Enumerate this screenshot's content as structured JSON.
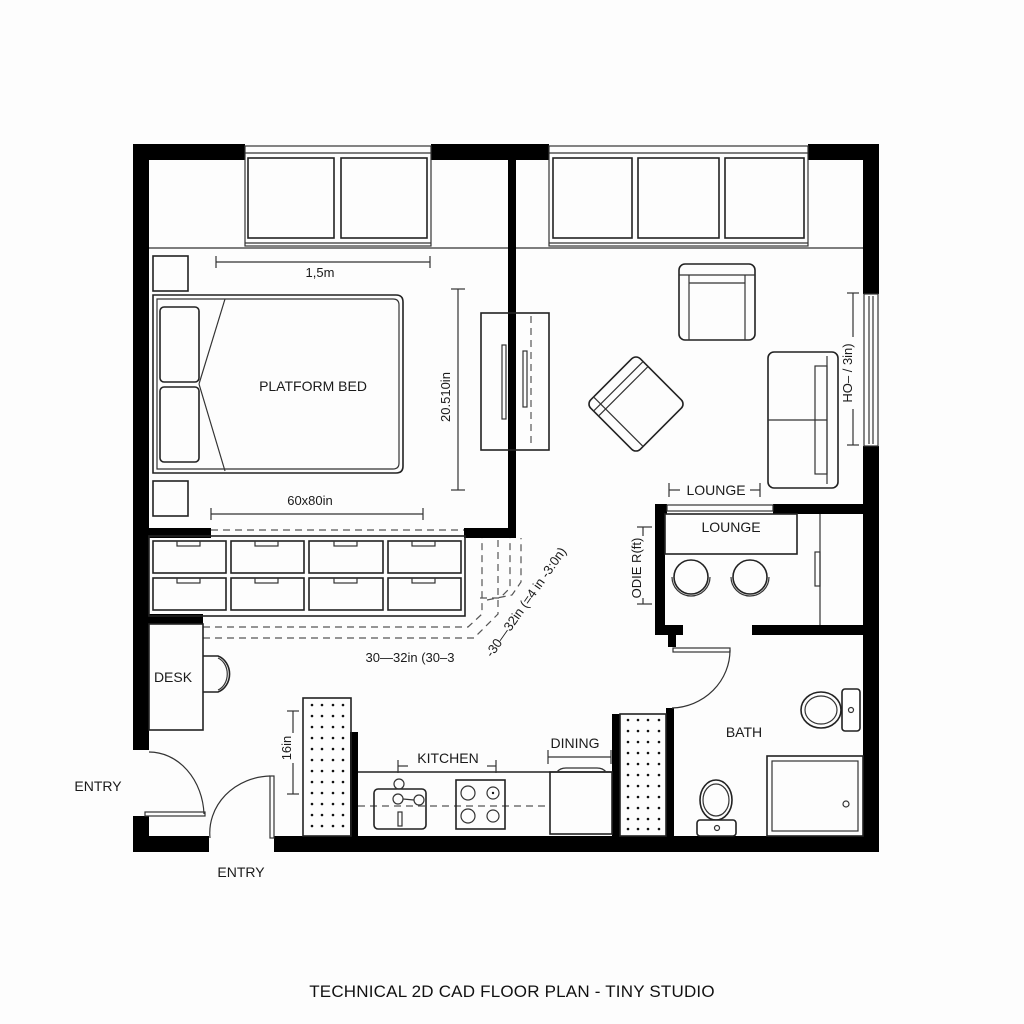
{
  "title": "TECHNICAL 2D CAD FLOOR PLAN - TINY STUDIO",
  "rooms": {
    "bedroom": {
      "bed_label": "PLATFORM BED",
      "width_dim": "1,5m",
      "bed_size_dim": "60x80in",
      "length_dim": "20.510in"
    },
    "closet": {
      "clearance_dim": "30—32in (30–3",
      "arc_dim": "-30—32in (=4 in -3:0n)"
    },
    "desk": {
      "label": "DESK"
    },
    "living": {
      "label_top": "LOUNGE",
      "window_dim": "HO– / 3in)"
    },
    "lounge_nook": {
      "label": "LOUNGE",
      "side_dim": "ODIE R(ft)"
    },
    "kitchen": {
      "label": "KITCHEN",
      "dim_16": "16in"
    },
    "dining": {
      "label": "DINING"
    },
    "bath": {
      "label": "BATH"
    },
    "entries": [
      {
        "label": "ENTRY",
        "position": "left"
      },
      {
        "label": "ENTRY",
        "position": "bottom"
      }
    ]
  },
  "colors": {
    "wall": "#000000",
    "line": "#222222",
    "background": "#fdfdfd"
  }
}
